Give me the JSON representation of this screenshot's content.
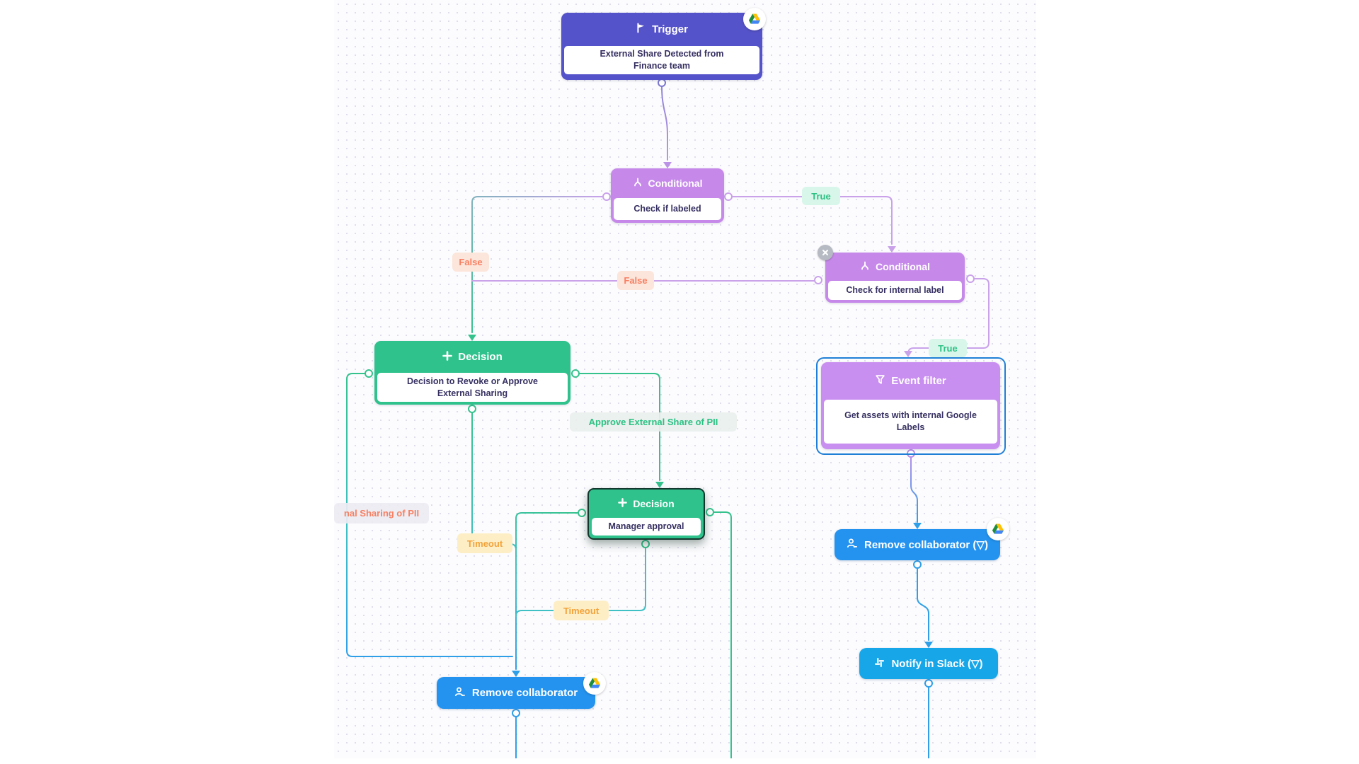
{
  "nodes": {
    "trigger": {
      "title": "Trigger",
      "desc1": "External Share Detected from",
      "desc2": "Finance team",
      "header_color": "#5553c9",
      "integration": "google-drive"
    },
    "conditional_check_labeled": {
      "title": "Conditional",
      "desc": "Check if labeled",
      "header_color": "#c689ea"
    },
    "conditional_check_internal": {
      "title": "Conditional",
      "desc": "Check for internal label",
      "header_color": "#c689ea",
      "has_close_button": true
    },
    "decision_revoke_approve": {
      "title": "Decision",
      "desc1": "Decision to Revoke or Approve",
      "desc2": "External Sharing",
      "header_color": "#2fc28c"
    },
    "decision_manager_approval": {
      "title": "Decision",
      "desc": "Manager approval",
      "header_color": "#2fc28c",
      "selected": true
    },
    "event_filter": {
      "title": "Event filter",
      "desc1": "Get assets with internal Google",
      "desc2": "Labels",
      "header_color": "#c98ff0",
      "selected": true
    },
    "remove_collaborator_filter": {
      "label": "Remove collaborator (▽)",
      "color": "#2493ef",
      "integration": "google-drive"
    },
    "notify_slack": {
      "label": "Notify in Slack (▽)",
      "color": "#17a6e8"
    },
    "remove_collaborator": {
      "label": "Remove collaborator",
      "color": "#2493ef",
      "integration": "google-drive"
    }
  },
  "edge_labels": {
    "true_1": "True",
    "true_2": "True",
    "false_1": "False",
    "false_2": "False",
    "timeout_1": "Timeout",
    "timeout_2": "Timeout",
    "approve": "Approve External Share of PII",
    "revoke_partial": "nal Sharing of PII"
  },
  "colors": {
    "edge_purple": "#c9a2ea",
    "edge_green": "#35c28d",
    "edge_teal": "#3fc0c4",
    "edge_blue": "#2f9fe8",
    "true_green": "#2dc184",
    "false_coral": "#f87f62",
    "timeout_amber": "#f2a33c",
    "selection_blue": "#1f7fd6"
  }
}
